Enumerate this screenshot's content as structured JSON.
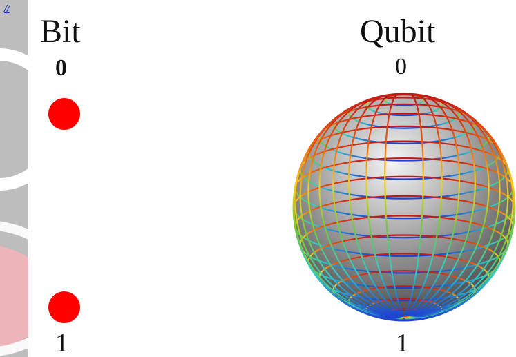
{
  "link": {
    "text": "//"
  },
  "bit": {
    "title": "Bit",
    "state_zero": "0",
    "state_one": "1",
    "dot_color": "#ff0000"
  },
  "qubit": {
    "title": "Qubit",
    "state_zero": "0",
    "state_one": "1",
    "gradient_colors": [
      "#c01818",
      "#e85a10",
      "#f0d020",
      "#70c840",
      "#30c8c8",
      "#2040d0"
    ]
  }
}
